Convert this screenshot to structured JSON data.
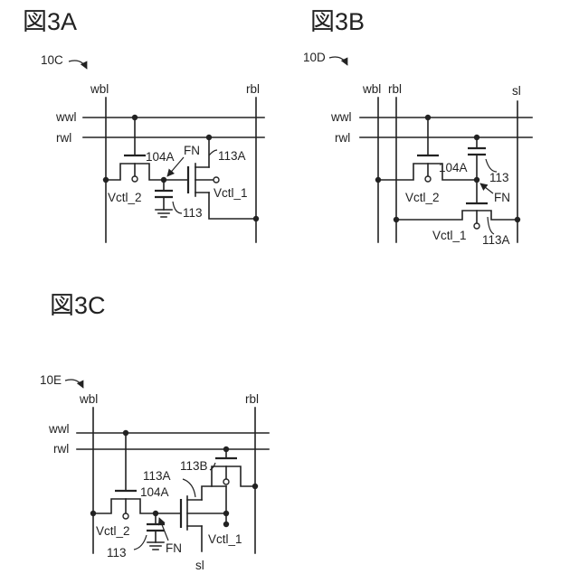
{
  "figures": {
    "a": {
      "title": "図3A",
      "ref": "10C",
      "lines": {
        "wbl": "wbl",
        "rbl": "rbl",
        "wwl": "wwl",
        "rwl": "rwl"
      },
      "labels": {
        "t104": "104A",
        "fn": "FN",
        "t113": "113A",
        "vctl2": "Vctl_2",
        "vctl1": "Vctl_1",
        "cap": "113"
      }
    },
    "b": {
      "title": "図3B",
      "ref": "10D",
      "lines": {
        "wbl": "wbl",
        "rbl": "rbl",
        "sl": "sl",
        "wwl": "wwl",
        "rwl": "rwl"
      },
      "labels": {
        "t104": "104A",
        "cap": "113",
        "vctl2": "Vctl_2",
        "fn": "FN",
        "vctl1": "Vctl_1",
        "t113": "113A"
      }
    },
    "c": {
      "title": "図3C",
      "ref": "10E",
      "lines": {
        "wbl": "wbl",
        "rbl": "rbl",
        "wwl": "wwl",
        "rwl": "rwl",
        "sl": "sl"
      },
      "labels": {
        "t113b": "113B",
        "t113a": "113A",
        "t104": "104A",
        "vctl2": "Vctl_2",
        "vctl1": "Vctl_1",
        "cap": "113",
        "fn": "FN"
      }
    }
  },
  "colors": {
    "ink": "#222222",
    "background": "#ffffff"
  }
}
